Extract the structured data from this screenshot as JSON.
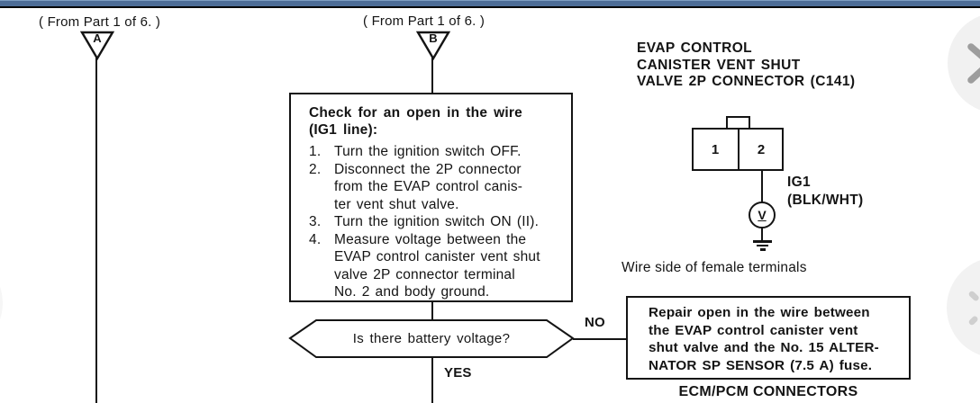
{
  "topbar": {
    "color": "#4d6d97",
    "highlight": "#7e9ec2"
  },
  "diagram": {
    "from_a": "( From Part 1 of 6. )",
    "from_b": "( From Part 1 of 6. )",
    "node_a": "A",
    "node_b": "B",
    "check_box": {
      "title": "Check for an open in the wire\n(IG1 line):",
      "steps": [
        {
          "num": "1.",
          "text": "Turn the ignition switch OFF."
        },
        {
          "num": "2.",
          "text": "Disconnect the 2P connector\nfrom the EVAP control canis-\nter vent shut valve."
        },
        {
          "num": "3.",
          "text": "Turn the ignition switch ON (II)."
        },
        {
          "num": "4.",
          "text": "Measure voltage between the\nEVAP control canister vent shut\nvalve 2P connector terminal\nNo. 2 and body ground."
        }
      ]
    },
    "decision": {
      "question": "Is there battery voltage?",
      "no_label": "NO",
      "yes_label": "YES"
    },
    "repair_box": {
      "text": "Repair open in the wire between\nthe EVAP control canister vent\nshut valve and the No. 15 ALTER-\nNATOR SP SENSOR (7.5 A) fuse."
    },
    "bottom_label": "ECM/PCM CONNECTORS",
    "connector": {
      "title": "EVAP CONTROL\nCANISTER VENT SHUT\nVALVE 2P CONNECTOR (C141)",
      "pin1": "1",
      "pin2": "2",
      "meter": "V",
      "wire_label": "IG1\n(BLK/WHT)",
      "caption": "Wire side of female terminals"
    }
  },
  "ink_color": "#141414",
  "nav": {
    "chevron_color": "#9d9d9d"
  }
}
